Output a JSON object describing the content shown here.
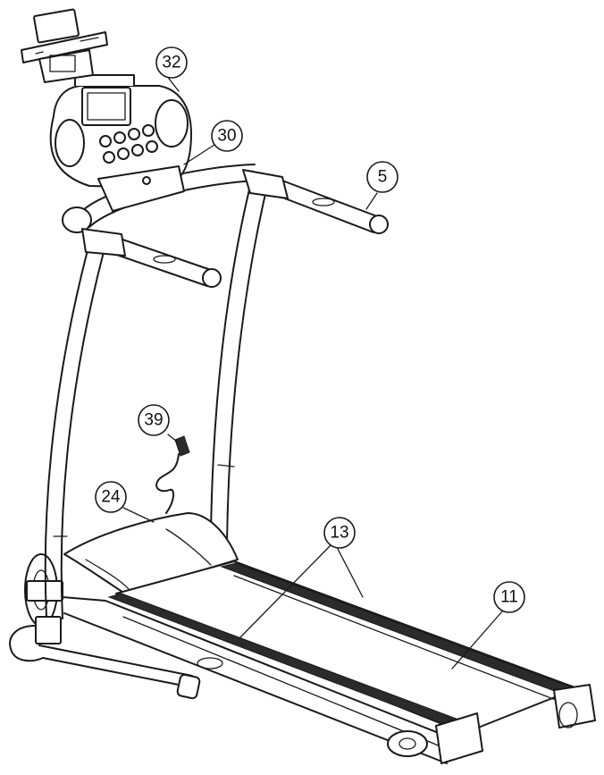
{
  "callouts": [
    {
      "id": "32",
      "label": "32"
    },
    {
      "id": "30",
      "label": "30"
    },
    {
      "id": "5",
      "label": "5"
    },
    {
      "id": "39",
      "label": "39"
    },
    {
      "id": "24",
      "label": "24"
    },
    {
      "id": "13",
      "label": "13"
    },
    {
      "id": "11",
      "label": "11"
    }
  ],
  "colors": {
    "line": "#1a1a1a",
    "belt": "#2b2b2b",
    "background": "#ffffff"
  }
}
